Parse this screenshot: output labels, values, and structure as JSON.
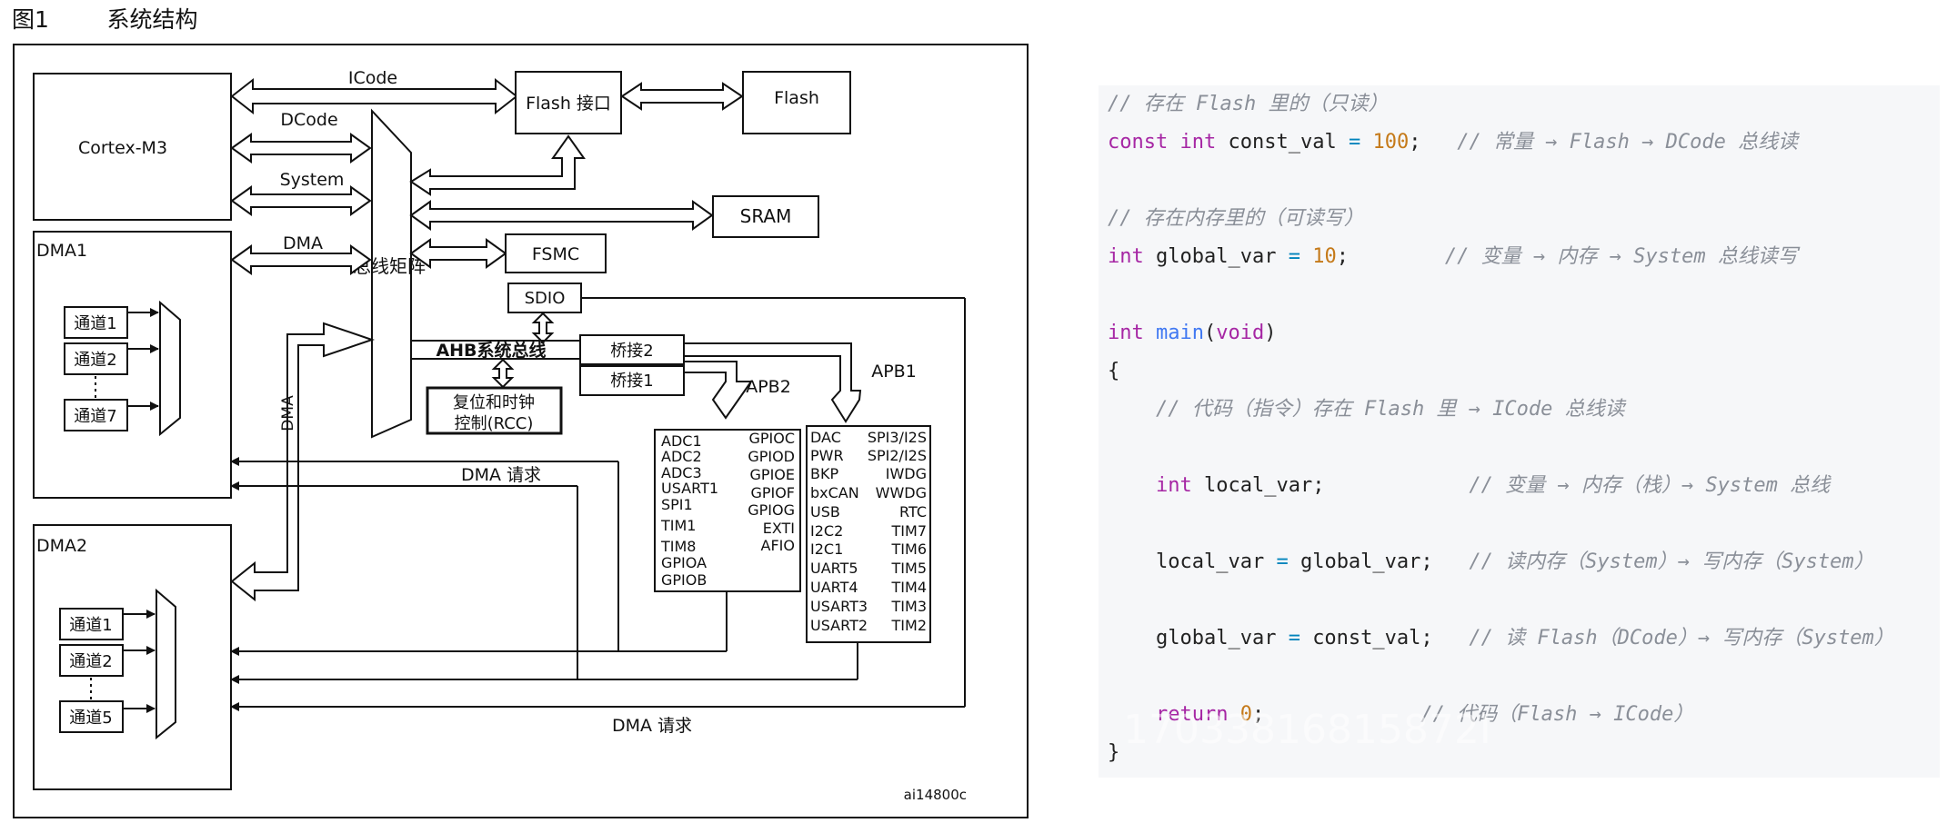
{
  "figure_title": "图1        系统结构",
  "diagram": {
    "cpu": "Cortex-M3",
    "buses": {
      "icode": "ICode",
      "dcode": "DCode",
      "system": "System",
      "dma": "DMA"
    },
    "flash_interface": "Flash 接口",
    "flash": "Flash",
    "sram": "SRAM",
    "fsmc": "FSMC",
    "sdio": "SDIO",
    "bus_matrix": "总线矩阵",
    "ahb_bus": "AHB系统总线",
    "bridge2": "桥接2",
    "bridge1": "桥接1",
    "rcc_line1": "复位和时钟",
    "rcc_line2": "控制(RCC)",
    "apb2": "APB2",
    "apb1": "APB1",
    "dma_vertical": "DMA",
    "dma1": {
      "title": "DMA1",
      "channels": [
        "通道1",
        "通道2",
        "通道7"
      ]
    },
    "dma2": {
      "title": "DMA2",
      "channels": [
        "通道1",
        "通道2",
        "通道5"
      ]
    },
    "dma_request_upper": "DMA 请求",
    "dma_request_lower": "DMA  请求",
    "apb2_left": [
      "ADC1",
      "ADC2",
      "ADC3",
      "USART1",
      "SPI1",
      "TIM1",
      "TIM8",
      "GPIOA",
      "GPIOB"
    ],
    "apb2_right": [
      "GPIOC",
      "GPIOD",
      "GPIOE",
      "GPIOF",
      "GPIOG",
      "EXTI",
      "AFIO"
    ],
    "apb1_left": [
      "DAC",
      "PWR",
      "BKP",
      "bxCAN",
      "USB",
      "I2C2",
      "I2C1",
      "UART5",
      "UART4",
      "USART3",
      "USART2"
    ],
    "apb1_right": [
      "SPI3/I2S",
      "SPI2/I2S",
      "IWDG",
      "WWDG",
      "RTC",
      "TIM7",
      "TIM6",
      "TIM5",
      "TIM4",
      "TIM3",
      "TIM2"
    ],
    "doc_id": "ai14800c"
  },
  "code": {
    "comment_flash": "// 存在 Flash 里的（只读）",
    "kw_const": "const",
    "kw_int": "int",
    "id_const_val": "const_val",
    "op_eq": "=",
    "num_100": "100",
    "semi": ";",
    "comment_const": "// 常量 → Flash → DCode 总线读",
    "comment_ram": "// 存在内存里的（可读写）",
    "id_global_var": "global_var",
    "num_10": "10",
    "comment_global": "// 变量 → 内存 → System 总线读写",
    "fn_main": "main",
    "paren_open": "(",
    "kw_void": "void",
    "paren_close": ")",
    "brace_open": "{",
    "comment_code": "// 代码（指令）存在 Flash 里 → ICode 总线读",
    "id_local_var": "local_var",
    "comment_local": "// 变量 → 内存（栈）→ System 总线",
    "comment_assign1": "// 读内存（System）→ 写内存（System）",
    "comment_assign2": "// 读 Flash（DCode）→ 写内存（System）",
    "kw_return": "return",
    "num_0": "0",
    "comment_return": "// 代码（Flash → ICode）",
    "brace_close": "}"
  },
  "watermark": "17033816815872I"
}
